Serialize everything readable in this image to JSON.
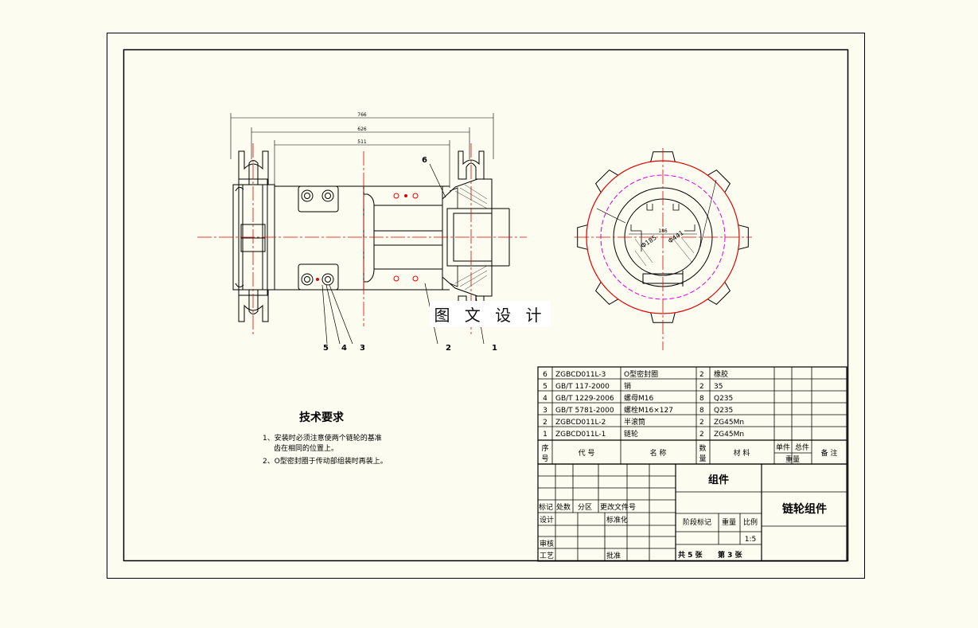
{
  "dimensions": {
    "overall": "766",
    "middle": "626",
    "inner": "511",
    "bore": "Φ185",
    "center": "186",
    "outer": "Φ441"
  },
  "balloons": [
    "1",
    "2",
    "3",
    "4",
    "5",
    "6"
  ],
  "watermark": "图 文 设 计",
  "tech_requirements": {
    "title": "技术要求",
    "items": [
      "1、安装时必须注意使两个链轮的基准",
      "齿在相同的位置上。",
      "2、O型密封圈于传动部组装时再装上。"
    ]
  },
  "parts_list": {
    "rows": [
      {
        "no": "6",
        "code": "ZGBCD011L-3",
        "name": "O型密封圈",
        "qty": "2",
        "material": "橡胶"
      },
      {
        "no": "5",
        "code": "GB/T 117-2000",
        "name": "销",
        "qty": "2",
        "material": "35"
      },
      {
        "no": "4",
        "code": "GB/T 1229-2006",
        "name": "螺母M16",
        "qty": "8",
        "material": "Q235"
      },
      {
        "no": "3",
        "code": "GB/T 5781-2000",
        "name": "螺栓M16×127",
        "qty": "8",
        "material": "Q235"
      },
      {
        "no": "2",
        "code": "ZGBCD011L-2",
        "name": "半滚筒",
        "qty": "2",
        "material": "ZG45Mn"
      },
      {
        "no": "1",
        "code": "ZGBCD011L-1",
        "name": "链轮",
        "qty": "2",
        "material": "ZG45Mn"
      }
    ],
    "header": {
      "no_a": "序",
      "no_b": "号",
      "code": "代 号",
      "name": "名 称",
      "qty_a": "数",
      "qty_b": "量",
      "material": "材 料",
      "unit_weight": "单件",
      "total_weight": "总件",
      "weight": "重量",
      "remark": "备 注"
    }
  },
  "title_block": {
    "assembly": "组件",
    "drawing_name": "链轮组件",
    "mark": "标记",
    "count": "处数",
    "zone": "分区",
    "change_doc": "更改文件号",
    "design": "设计",
    "standardize": "标准化",
    "review": "审核",
    "process": "工艺",
    "approve": "批准",
    "stage": "阶段标记",
    "weight": "重量",
    "scale_label": "比例",
    "scale": "1:5",
    "total_sheets": "共 5 张",
    "sheet": "第 3 张"
  },
  "colors": {
    "background": "#fdfcf0",
    "line": "#000000",
    "centerline": "#e00000",
    "hidden": "#e000e0"
  }
}
